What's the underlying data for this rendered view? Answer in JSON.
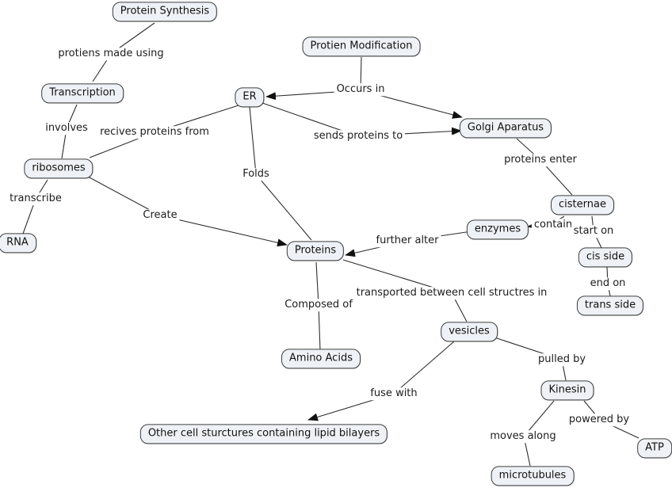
{
  "colors": {
    "node_fill": "#eef2f6",
    "node_border": "#3d3d3d",
    "line": "#2e2e2e",
    "text": "#111111",
    "background": "#ffffff"
  },
  "nodes": {
    "protein_synthesis": "Protein Synthesis",
    "protien_modification": "Protien Modification",
    "transcription": "Transcription",
    "er": "ER",
    "golgi_aparatus": "Golgi Aparatus",
    "ribosomes": "ribosomes",
    "cisternae": "cisternae",
    "rna": "RNA",
    "enzymes": "enzymes",
    "proteins": "Proteins",
    "cis_side": "cis side",
    "trans_side": "trans side",
    "amino_acids": "Amino Acids",
    "vesicles": "vesicles",
    "kinesin": "Kinesin",
    "other_cell_structures": "Other cell sturctures containing lipid bilayers",
    "atp": "ATP",
    "microtubules": "microtubules"
  },
  "edge_labels": {
    "protiens_made_using": "protiens made using",
    "occurs_in": "Occurs in",
    "sends_proteins_to": "sends proteins to",
    "recives_proteins_from": "recives proteins from",
    "involves": "involves",
    "folds": "Folds",
    "proteins_enter": "proteins enter",
    "transcribe": "transcribe",
    "create": "Create",
    "further_alter": "further alter",
    "contain": "contain",
    "start_on": "start on",
    "end_on": "end on",
    "transported": "transported between cell structres in",
    "composed_of": "Composed of",
    "fuse_with": "fuse with",
    "pulled_by": "pulled by",
    "powered_by": "powered by",
    "moves_along": "moves along"
  },
  "edges": [
    {
      "from": "Protein Synthesis",
      "label": "protiens made using",
      "to": "Transcription",
      "arrowhead": false
    },
    {
      "from": "Transcription",
      "label": "involves",
      "to": "ribosomes",
      "arrowhead": false
    },
    {
      "from": "ER",
      "label": "recives proteins from",
      "to": "ribosomes",
      "arrowhead": false
    },
    {
      "from": "Protien Modification",
      "label": "Occurs in",
      "to": "ER",
      "arrowhead": true
    },
    {
      "from": "Protien Modification",
      "label": "Occurs in",
      "to": "Golgi Aparatus",
      "arrowhead": true
    },
    {
      "from": "ER",
      "label": "sends proteins to",
      "to": "Golgi Aparatus",
      "arrowhead": true
    },
    {
      "from": "Golgi Aparatus",
      "label": "proteins enter",
      "to": "cisternae",
      "arrowhead": false
    },
    {
      "from": "cisternae",
      "label": "contain",
      "to": "enzymes",
      "arrowhead": true
    },
    {
      "from": "cisternae",
      "label": "start on",
      "to": "cis side",
      "arrowhead": false
    },
    {
      "from": "cis side",
      "label": "end on",
      "to": "trans side",
      "arrowhead": false
    },
    {
      "from": "ribosomes",
      "label": "transcribe",
      "to": "RNA",
      "arrowhead": false
    },
    {
      "from": "ribosomes",
      "label": "Create",
      "to": "Proteins",
      "arrowhead": true
    },
    {
      "from": "ER",
      "label": "Folds",
      "to": "Proteins",
      "arrowhead": false
    },
    {
      "from": "enzymes",
      "label": "further alter",
      "to": "Proteins",
      "arrowhead": true
    },
    {
      "from": "Proteins",
      "label": "transported between cell structres in",
      "to": "vesicles",
      "arrowhead": false
    },
    {
      "from": "Proteins",
      "label": "Composed of",
      "to": "Amino Acids",
      "arrowhead": false
    },
    {
      "from": "vesicles",
      "label": "fuse with",
      "to": "Other cell sturctures containing lipid bilayers",
      "arrowhead": true
    },
    {
      "from": "vesicles",
      "label": "pulled by",
      "to": "Kinesin",
      "arrowhead": false
    },
    {
      "from": "Kinesin",
      "label": "moves along",
      "to": "microtubules",
      "arrowhead": false
    },
    {
      "from": "Kinesin",
      "label": "powered by",
      "to": "ATP",
      "arrowhead": false
    }
  ]
}
